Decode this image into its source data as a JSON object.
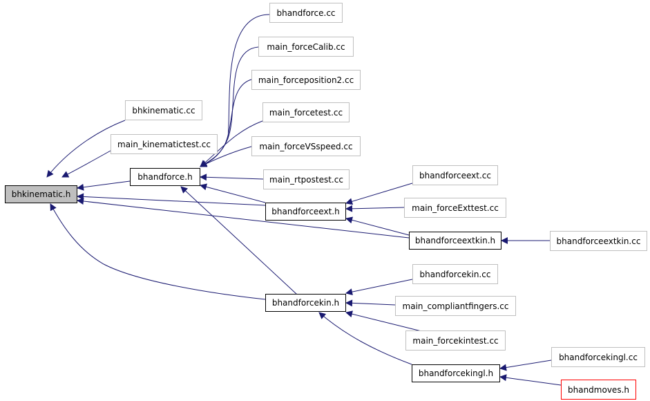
{
  "diagram": {
    "colors": {
      "edge": "#191970",
      "node_border": "#000000",
      "file_node_border": "#bfbfbf",
      "highlight_border": "#ff0000",
      "focus_fill": "#bfbfbf"
    },
    "nodes": {
      "bhkinematic_h": "bhkinematic.h",
      "bhandforce_h": "bhandforce.h",
      "bhandforceext_h": "bhandforceext.h",
      "bhandforceextkin_h": "bhandforceextkin.h",
      "bhandforcekin_h": "bhandforcekin.h",
      "bhandforcekingl_h": "bhandforcekingl.h",
      "bhkinematic_cc": "bhkinematic.cc",
      "main_kinematictest_cc": "main_kinematictest.cc",
      "bhandforce_cc": "bhandforce.cc",
      "main_forceCalib_cc": "main_forceCalib.cc",
      "main_forceposition2_cc": "main_forceposition2.cc",
      "main_forcetest_cc": "main_forcetest.cc",
      "main_forceVSspeed_cc": "main_forceVSspeed.cc",
      "main_rtpostest_cc": "main_rtpostest.cc",
      "bhandforceext_cc": "bhandforceext.cc",
      "main_forceExttest_cc": "main_forceExttest.cc",
      "bhandforceextkin_cc": "bhandforceextkin.cc",
      "bhandforcekin_cc": "bhandforcekin.cc",
      "main_compliantfingers_cc": "main_compliantfingers.cc",
      "main_forcekintest_cc": "main_forcekintest.cc",
      "bhandforcekingl_cc": "bhandforcekingl.cc",
      "bhandmoves_h": "bhandmoves.h"
    }
  }
}
